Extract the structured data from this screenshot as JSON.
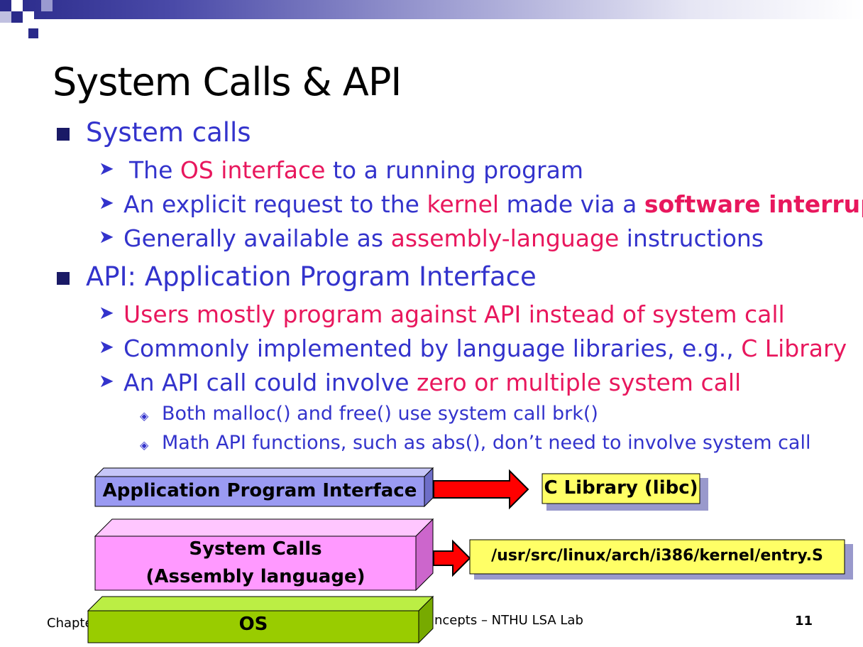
{
  "slide": {
    "title": "System Calls & API",
    "bullet1": {
      "text": "System calls",
      "subs": [
        {
          "parts": [
            "The ",
            "OS interface",
            " to a running program"
          ]
        },
        {
          "parts": [
            "An explicit request to the ",
            "kernel",
            " made via a ",
            "software interrupt"
          ]
        },
        {
          "parts": [
            "Generally available as ",
            "assembly-language",
            " instructions"
          ]
        }
      ]
    },
    "bullet2": {
      "text": "API: Application Program Interface",
      "subs": [
        {
          "parts": [
            "Users mostly program against API instead of system call"
          ]
        },
        {
          "parts": [
            "Commonly implemented by language libraries, e.g., ",
            "C Library"
          ]
        },
        {
          "parts": [
            "An API call could involve ",
            "zero or multiple system call"
          ]
        }
      ],
      "subsubs": [
        "Both malloc() and free() use system call brk()",
        "Math API functions, such as abs(), don’t need to involve system call"
      ]
    }
  },
  "diagram": {
    "api_box": "Application Program Interface",
    "syscall_box_line1": "System Calls",
    "syscall_box_line2": "(Assembly language)",
    "os_box": "OS",
    "libc_label": "C Library (libc)",
    "entry_label": "/usr/src/linux/arch/i386/kernel/entry.S"
  },
  "footer": {
    "left": "Chapte",
    "middle": "ncepts – NTHU LSA Lab",
    "page": "11"
  },
  "colors": {
    "text_blue": "#3333cc",
    "accent_red": "#e8175d",
    "api_box": "#9a9af2",
    "syscall_box": "#ff99ff",
    "os_box": "#99cc00",
    "label_yellow": "#ffff66",
    "arrow_red": "#ff0000"
  }
}
